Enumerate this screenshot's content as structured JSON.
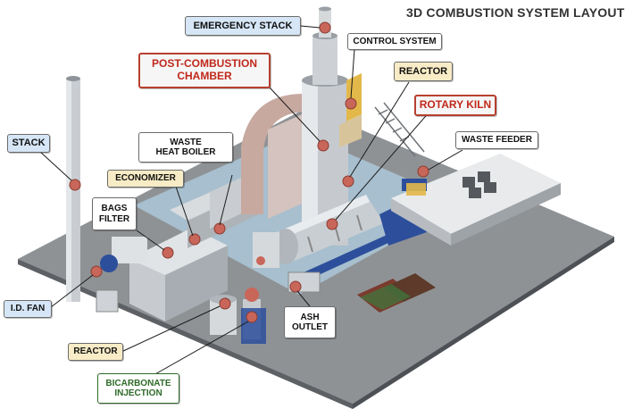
{
  "title": "3D COMBUSTION SYSTEM LAYOUT",
  "labels": {
    "emergency_stack": "EMERGENCY STACK",
    "control_system": "CONTROL SYSTEM",
    "post_combustion_line1": "POST-COMBUSTION",
    "post_combustion_line2": "CHAMBER",
    "reactor_top": "REACTOR",
    "rotary_kiln": "ROTARY KILN",
    "stack": "STACK",
    "waste_heat_line1": "WASTE",
    "waste_heat_line2": "HEAT BOILER",
    "waste_feeder": "WASTE FEEDER",
    "economizer": "ECONOMIZER",
    "bags_line1": "BAGS",
    "bags_line2": "FILTER",
    "id_fan": "I.D. FAN",
    "ash_line1": "ASH",
    "ash_line2": "OUTLET",
    "reactor_bottom": "REACTOR",
    "bicarb_line1": "BICARBONATE",
    "bicarb_line2": "INJECTION"
  },
  "colors": {
    "floor": "#8f9295",
    "floor_dark": "#5d6064",
    "water": "#aac4d4",
    "equipment": "#cfd3d7",
    "equipment_dark": "#9aa0a6",
    "duct": "#bfa9a2",
    "blue_machine": "#2d4f9b",
    "yellow": "#e3b84a",
    "tag": "#c9665a",
    "red_text": "#c0281b",
    "blue_label": "#d6e6f6",
    "cream_label": "#f8ecc6"
  }
}
